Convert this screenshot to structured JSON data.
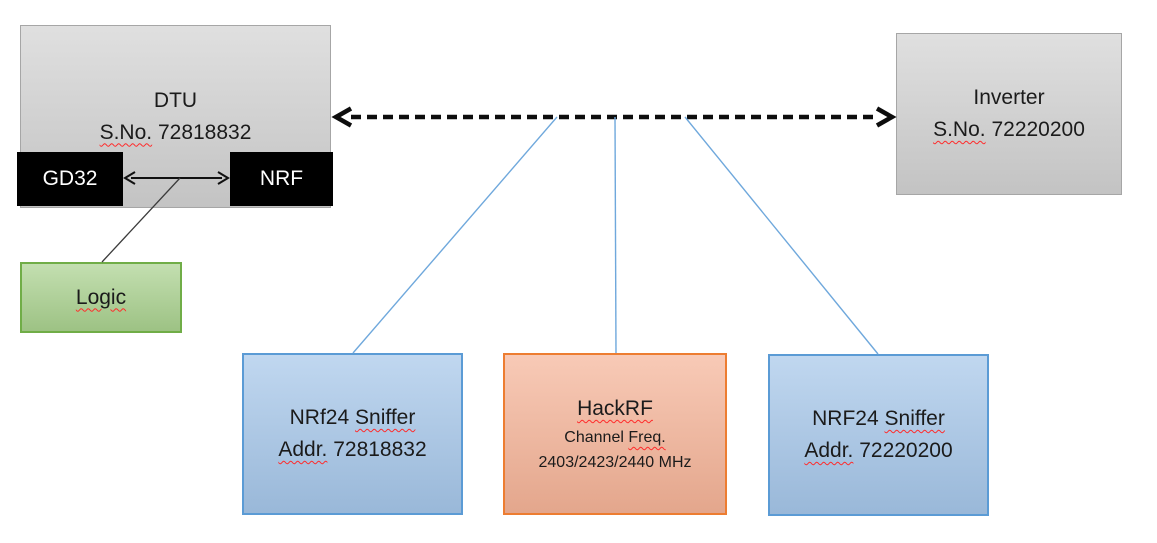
{
  "colors": {
    "gray_fill": "#d2d2d2",
    "gray_border": "#a6a6a6",
    "black_fill": "#000000",
    "green_fill": "#a9d18e",
    "green_border": "#70ad47",
    "blue_fill": "#a5c6e9",
    "blue_border": "#5b9bd5",
    "orange_fill": "#f5b397",
    "orange_border": "#ed7d31",
    "connector_blue": "#6fa8dc",
    "arrow_black": "#0d0d0d",
    "text_dark": "#1b1b1b",
    "squiggle_red": "#ff2a2a"
  },
  "nodes": {
    "dtu": {
      "name": "DTU",
      "serial_label": "S.No.",
      "serial_number": "72818832"
    },
    "gd32": {
      "label": "GD32"
    },
    "nrf": {
      "label": "NRF"
    },
    "logic": {
      "label": "Logic"
    },
    "inverter": {
      "name": "Inverter",
      "serial_label": "S.No.",
      "serial_number": "72220200"
    },
    "sniffer_dtu": {
      "model": "NRf24",
      "word": "Sniffer",
      "addr_label": "Addr.",
      "addr_number": "72818832"
    },
    "hackrf": {
      "name": "HackRF",
      "freq_word1": "Channel",
      "freq_word2": "Freq.",
      "frequencies": "2403/2423/2440 MHz"
    },
    "sniffer_inverter": {
      "model": "NRF24",
      "word": "Sniffer",
      "addr_label": "Addr.",
      "addr_number": "72220200"
    }
  }
}
